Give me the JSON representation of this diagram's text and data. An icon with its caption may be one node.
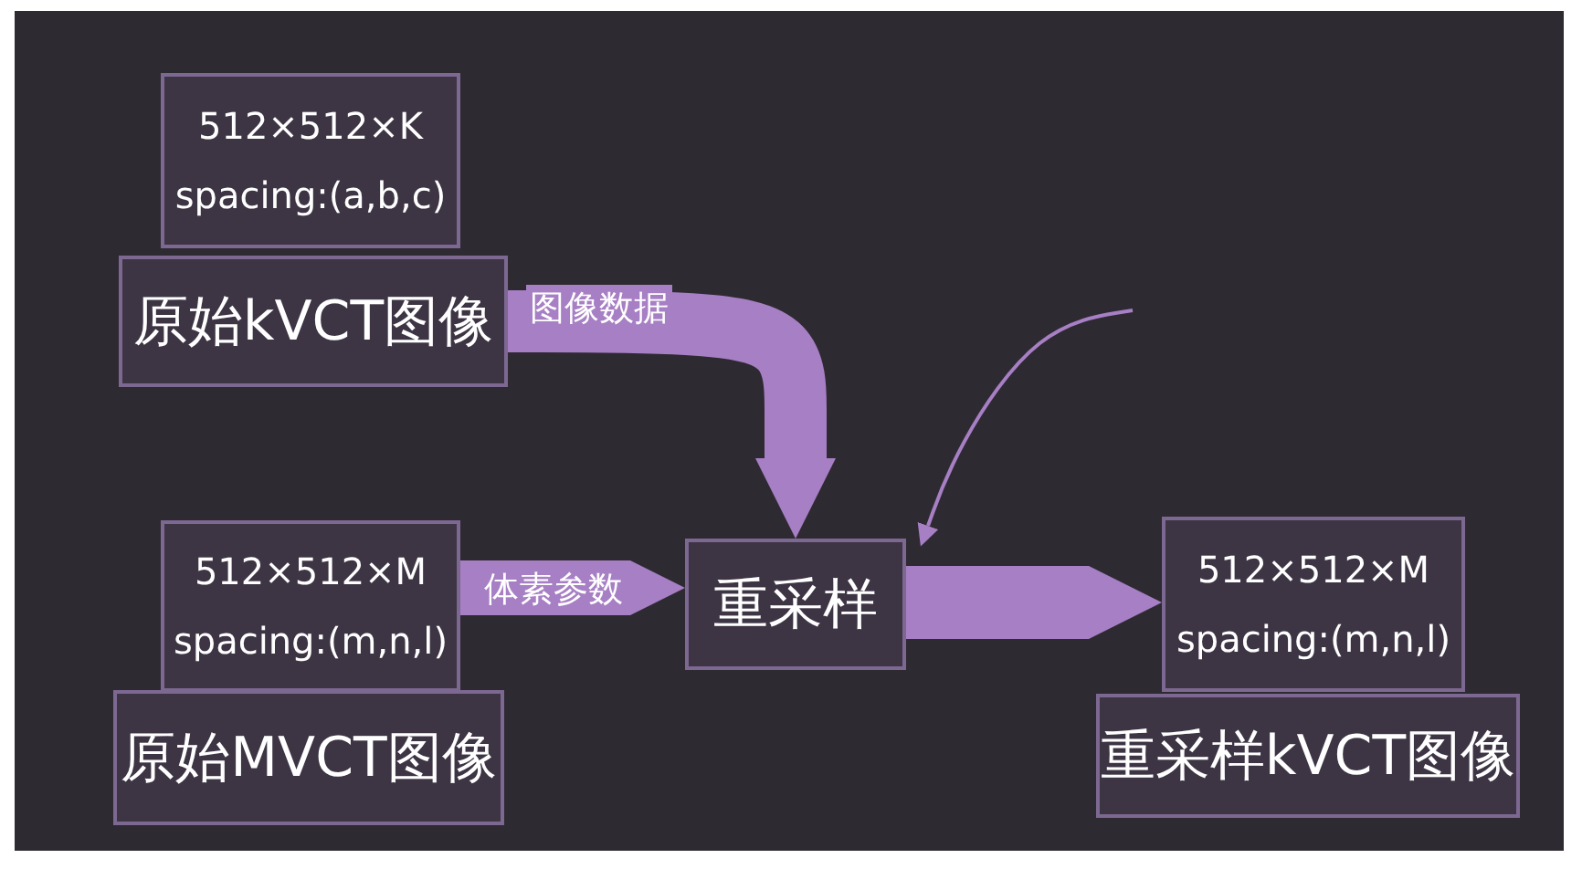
{
  "diagram": {
    "nodes": [
      {
        "text": [
          "512×512×K",
          "spacing:(a,b,c)"
        ]
      },
      {
        "text": [
          "原始kVCT图像"
        ]
      },
      {
        "text": [
          "512×512×M",
          "spacing:(m,n,l)"
        ]
      },
      {
        "text": [
          "原始MVCT图像"
        ]
      },
      {
        "text": [
          "重采样"
        ]
      },
      {
        "text": [
          "512×512×M",
          "spacing:(m,n,l)"
        ]
      },
      {
        "text": [
          "重采样kVCT图像"
        ]
      }
    ],
    "edges": [
      {
        "from": 1,
        "to": 4,
        "arrow": "to",
        "label": "图像数据"
      },
      {
        "from": 2,
        "to": 4,
        "arrow": "to",
        "label": "体素参数"
      },
      {
        "from": 4,
        "to": 5,
        "arrow": "to"
      },
      {
        "from": null,
        "to": 4,
        "arrow": "to"
      }
    ]
  }
}
